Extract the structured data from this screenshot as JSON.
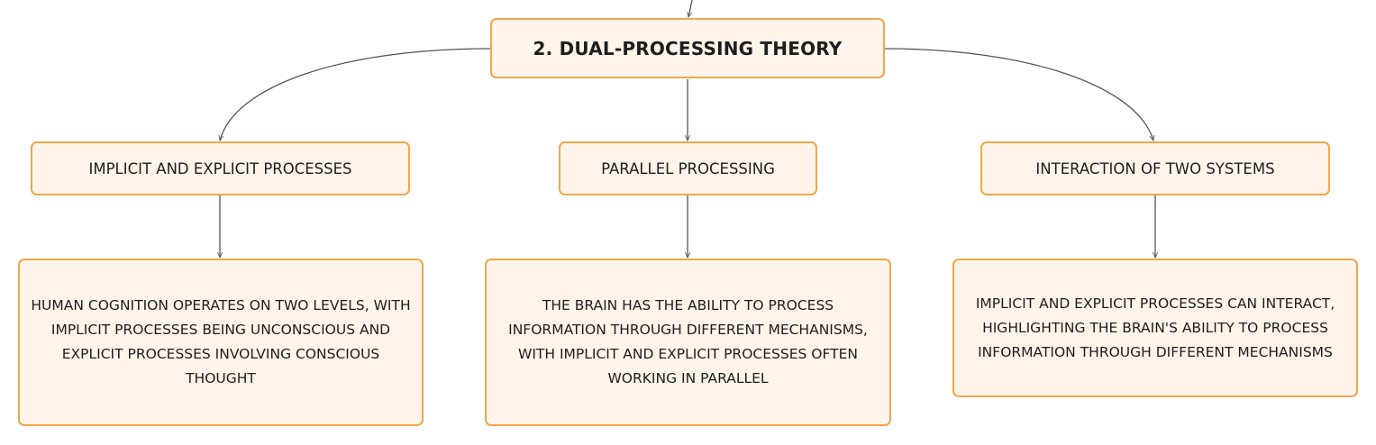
{
  "diagram": {
    "root": {
      "label": "2. DUAL-PROCESSING THEORY"
    },
    "branches": [
      {
        "title": "IMPLICIT AND EXPLICIT PROCESSES",
        "detail": "HUMAN COGNITION OPERATES ON TWO LEVELS, WITH IMPLICIT PROCESSES BEING UNCONSCIOUS AND EXPLICIT PROCESSES INVOLVING CONSCIOUS THOUGHT"
      },
      {
        "title": "PARALLEL PROCESSING",
        "detail": "THE BRAIN HAS THE ABILITY TO PROCESS INFORMATION THROUGH DIFFERENT MECHANISMS, WITH IMPLICIT AND EXPLICIT PROCESSES OFTEN WORKING IN PARALLEL"
      },
      {
        "title": "INTERACTION OF TWO SYSTEMS",
        "detail": "IMPLICIT AND EXPLICIT PROCESSES CAN INTERACT, HIGHLIGHTING THE BRAIN'S ABILITY TO PROCESS INFORMATION THROUGH DIFFERENT MECHANISMS"
      }
    ]
  },
  "colors": {
    "node_fill": "#fff4ea",
    "node_border": "#f1a64c",
    "connector": "#555555",
    "text": "#1e1e1e"
  }
}
